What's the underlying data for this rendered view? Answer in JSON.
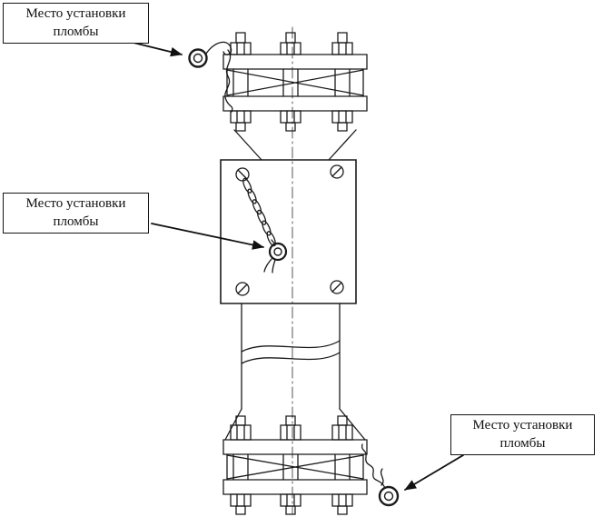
{
  "diagram": {
    "type": "technical-drawing",
    "subject": "flow-device-with-seal-locations",
    "line_color": "#1a1a1a",
    "background": "#ffffff"
  },
  "labels": [
    {
      "id": "top-left",
      "text": "Место установки\nпломбы"
    },
    {
      "id": "middle-left",
      "text": "Место установки\nпломбы"
    },
    {
      "id": "bottom-right",
      "text": "Место установки\nпломбы"
    }
  ]
}
